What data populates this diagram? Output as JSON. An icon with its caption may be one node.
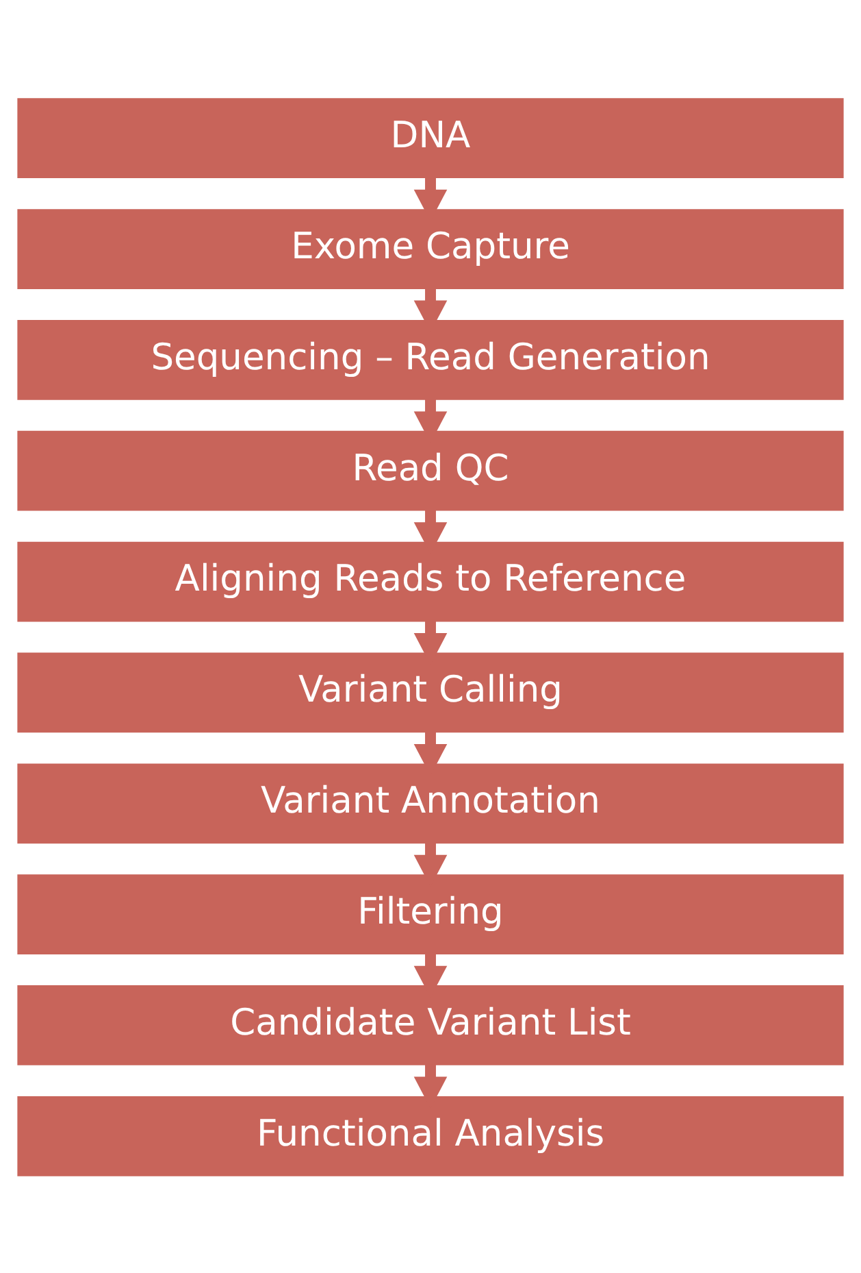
{
  "diagram": {
    "nodes": [
      {
        "text": [
          "DNA"
        ]
      },
      {
        "text": [
          "Exome Capture"
        ]
      },
      {
        "text": [
          "Sequencing – Read Generation"
        ]
      },
      {
        "text": [
          "Read QC"
        ]
      },
      {
        "text": [
          "Aligning Reads to Reference"
        ]
      },
      {
        "text": [
          "Variant Calling"
        ]
      },
      {
        "text": [
          "Variant Annotation"
        ]
      },
      {
        "text": [
          "Filtering"
        ]
      },
      {
        "text": [
          "Candidate Variant List"
        ]
      },
      {
        "text": [
          "Functional Analysis"
        ]
      }
    ],
    "edges": [
      {
        "from": 0,
        "to": 1,
        "arrow": "to"
      },
      {
        "from": 1,
        "to": 2,
        "arrow": "to"
      },
      {
        "from": 2,
        "to": 3,
        "arrow": "to"
      },
      {
        "from": 3,
        "to": 4,
        "arrow": "to"
      },
      {
        "from": 4,
        "to": 5,
        "arrow": "to"
      },
      {
        "from": 5,
        "to": 6,
        "arrow": "to"
      },
      {
        "from": 6,
        "to": 7,
        "arrow": "to"
      },
      {
        "from": 7,
        "to": 8,
        "arrow": "to"
      },
      {
        "from": 8,
        "to": 9,
        "arrow": "to"
      }
    ]
  }
}
